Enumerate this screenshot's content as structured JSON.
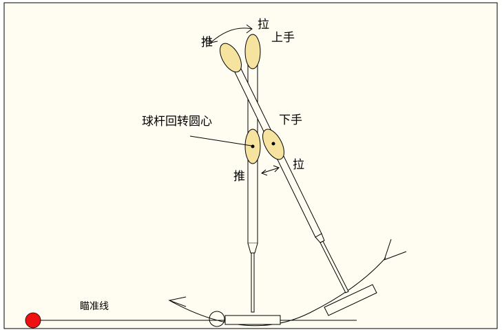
{
  "labels": {
    "push_top": "推",
    "pull_top": "拉",
    "upper_hand": "上手",
    "pivot": "球杆回转圆心",
    "lower_hand": "下手",
    "pull_bottom": "拉",
    "push_bottom": "推",
    "aim_line": "瞄准线"
  },
  "colors": {
    "background": "#fffdf1",
    "grip": "#f6e3a0",
    "ball": "#ee1111",
    "stroke": "#000000"
  }
}
